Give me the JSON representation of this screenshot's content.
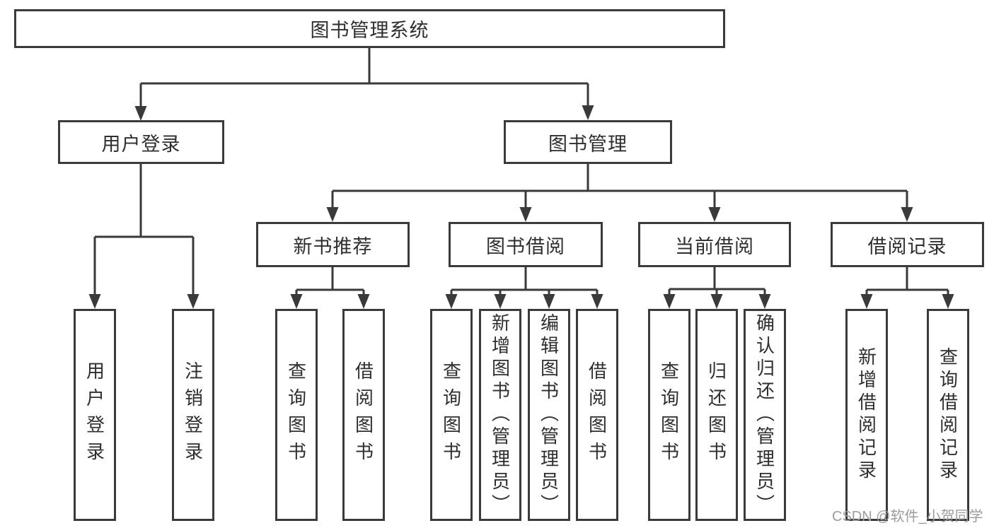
{
  "colors": {
    "line": "#3a3a3a",
    "text": "#2e2e2e",
    "background": "#ffffff",
    "watermark": "#9c9c9c"
  },
  "nodes": {
    "root": {
      "label": "图书管理系统"
    },
    "user_login": {
      "label": "用户登录"
    },
    "book_mgmt": {
      "label": "图书管理"
    },
    "new_book_rec": {
      "label": "新书推荐"
    },
    "book_borrow": {
      "label": "图书借阅"
    },
    "current_borrow": {
      "label": "当前借阅"
    },
    "borrow_records": {
      "label": "借阅记录"
    },
    "ul_login": {
      "label": "用户登录"
    },
    "ul_logout": {
      "label": "注销登录"
    },
    "nb_query": {
      "label": "查询图书"
    },
    "nb_borrow": {
      "label": "借阅图书"
    },
    "bb_query": {
      "label": "查询图书"
    },
    "bb_add": {
      "label": "新增图书（管理员）"
    },
    "bb_edit": {
      "label": "编辑图书（管理员）"
    },
    "bb_borrow": {
      "label": "借阅图书"
    },
    "cb_query": {
      "label": "查询图书"
    },
    "cb_return": {
      "label": "归还图书"
    },
    "cb_confirm": {
      "label": "确认归还（管理员）"
    },
    "br_add": {
      "label": "新增借阅记录"
    },
    "br_query": {
      "label": "查询借阅记录"
    }
  },
  "watermark": {
    "text": "CSDN @软件_小贺同学"
  }
}
